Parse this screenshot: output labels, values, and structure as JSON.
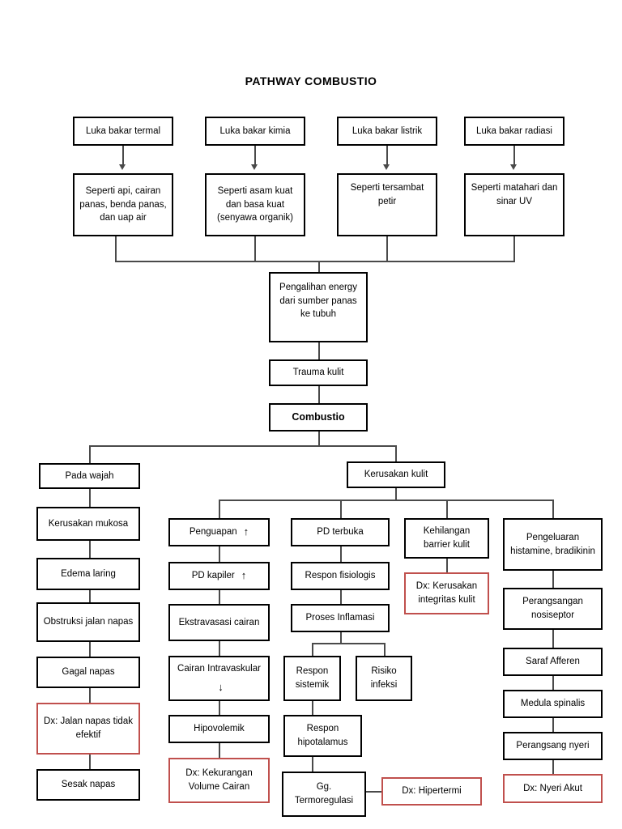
{
  "page": {
    "title": "PATHWAY COMBUSTIO",
    "colors": {
      "node_border": "#000000",
      "diagnosis_border": "#c0504d",
      "connector": "#4a4a4a",
      "background": "#ffffff"
    }
  },
  "causes": [
    {
      "id": "termal",
      "label": "Luka bakar termal"
    },
    {
      "id": "kimia",
      "label": "Luka bakar kimia"
    },
    {
      "id": "listrik",
      "label": "Luka bakar listrik"
    },
    {
      "id": "radiasi",
      "label": "Luka bakar radiasi"
    }
  ],
  "examples": [
    {
      "id": "termal_ex",
      "label": "Seperti api, cairan panas, benda panas, dan uap air"
    },
    {
      "id": "kimia_ex",
      "label": "Seperti asam kuat dan basa kuat (senyawa organik)"
    },
    {
      "id": "listrik_ex",
      "label": "Seperti tersambat petir"
    },
    {
      "id": "radiasi_ex",
      "label": "Seperti matahari dan sinar UV"
    }
  ],
  "trunk": {
    "energy_transfer": "Pengalihan energy dari sumber panas ke tubuh",
    "skin_trauma": "Trauma kulit",
    "combustio": "Combustio"
  },
  "branches": {
    "face": "Pada wajah",
    "skin_damage": "Kerusakan kulit"
  },
  "airway_chain": {
    "mucosa_damage": "Kerusakan mukosa",
    "laryngeal_edema": "Edema laring",
    "airway_obstruction": "Obstruksi jalan napas",
    "respiratory_failure": "Gagal napas",
    "dx_ineffective_airway": "Dx: Jalan napas tidak efektif",
    "dyspnea": "Sesak napas"
  },
  "fluid_chain": {
    "evaporation": "Penguapan",
    "evaporation_arrow": "↑",
    "capillary_pd": "PD kapiler",
    "capillary_arrow": "↑",
    "extravasation": "Ekstravasasi cairan",
    "intravascular_fluid": "Cairan Intravaskular",
    "intravascular_arrow": "↓",
    "hypovolemia": "Hipovolemik",
    "dx_fluid_deficit": "Dx: Kekurangan Volume Cairan"
  },
  "inflammation_chain": {
    "open_vessels": "PD terbuka",
    "physiologic_response": "Respon fisiologis",
    "inflammation_process": "Proses Inflamasi",
    "systemic_response": "Respon sistemik",
    "infection_risk": "Risiko infeksi",
    "hypothalamic_response": "Respon hipotalamus",
    "thermoregulation_disorder": "Gg. Termoregulasi",
    "dx_hyperthermia": "Dx: Hipertermi"
  },
  "barrier_chain": {
    "barrier_loss": "Kehilangan barrier kulit",
    "dx_skin_integrity": "Dx: Kerusakan integritas kulit"
  },
  "pain_chain": {
    "histamine_release": "Pengeluaran histamine, bradikinin",
    "nociceptor_stimulation": "Perangsangan nosiseptor",
    "afferent_nerve": "Saraf Afferen",
    "spinal_cord": "Medula spinalis",
    "pain_stimulus": "Perangsang nyeri",
    "dx_acute_pain": "Dx: Nyeri Akut"
  }
}
